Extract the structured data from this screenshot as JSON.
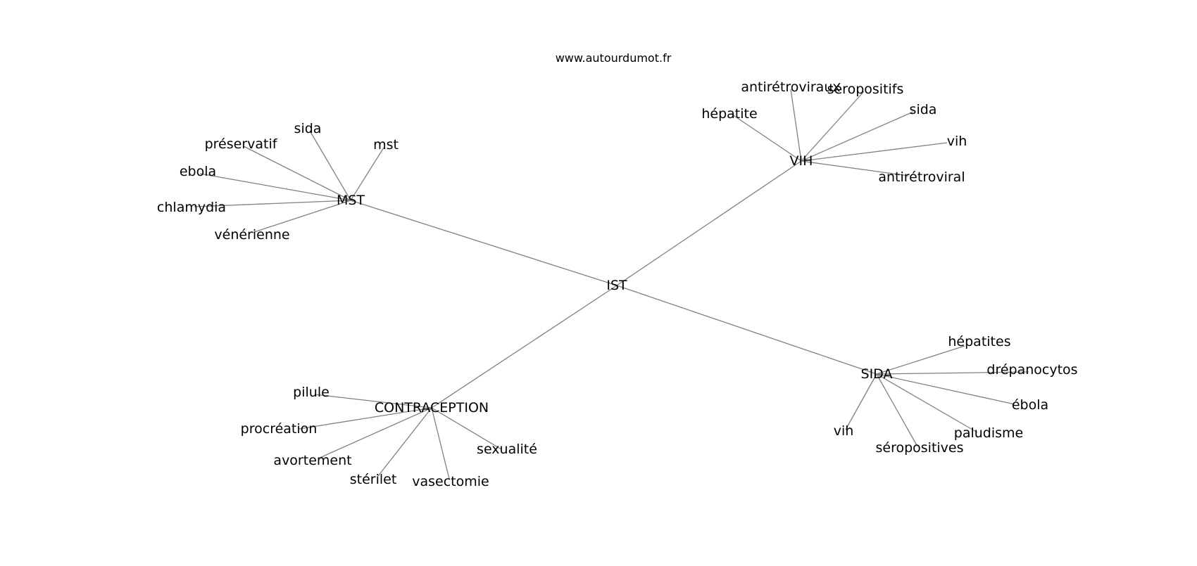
{
  "source_caption": "www.autourdumot.fr",
  "graph": {
    "root": {
      "id": "ist",
      "label": "IST"
    },
    "branches": [
      {
        "id": "mst",
        "label": "MST",
        "leaves": [
          {
            "id": "mst-sida",
            "label": "sida"
          },
          {
            "id": "mst-mst",
            "label": "mst"
          },
          {
            "id": "mst-preservatif",
            "label": "préservatif"
          },
          {
            "id": "mst-ebola",
            "label": "ebola"
          },
          {
            "id": "mst-chlamydia",
            "label": "chlamydia"
          },
          {
            "id": "mst-venerienne",
            "label": "vénérienne"
          }
        ]
      },
      {
        "id": "vih",
        "label": "VIH",
        "leaves": [
          {
            "id": "vih-antiretroviraux",
            "label": "antirétroviraux"
          },
          {
            "id": "vih-seropositifs",
            "label": "séropositifs"
          },
          {
            "id": "vih-hepatite",
            "label": "hépatite"
          },
          {
            "id": "vih-sida",
            "label": "sida"
          },
          {
            "id": "vih-vih",
            "label": "vih"
          },
          {
            "id": "vih-antiretroviral",
            "label": "antirétroviral"
          }
        ]
      },
      {
        "id": "sida",
        "label": "SIDA",
        "leaves": [
          {
            "id": "sida-hepatites",
            "label": "hépatites"
          },
          {
            "id": "sida-drepanocytos",
            "label": "drépanocytos"
          },
          {
            "id": "sida-ebola",
            "label": "ébola"
          },
          {
            "id": "sida-paludisme",
            "label": "paludisme"
          },
          {
            "id": "sida-seropositives",
            "label": "séropositives"
          },
          {
            "id": "sida-vih",
            "label": "vih"
          }
        ]
      },
      {
        "id": "contraception",
        "label": "CONTRACEPTION",
        "leaves": [
          {
            "id": "contra-pilule",
            "label": "pilule"
          },
          {
            "id": "contra-procreation",
            "label": "procréation"
          },
          {
            "id": "contra-avortement",
            "label": "avortement"
          },
          {
            "id": "contra-sterilet",
            "label": "stérilet"
          },
          {
            "id": "contra-vasectomie",
            "label": "vasectomie"
          },
          {
            "id": "contra-sexualite",
            "label": "sexualité"
          }
        ]
      }
    ]
  }
}
